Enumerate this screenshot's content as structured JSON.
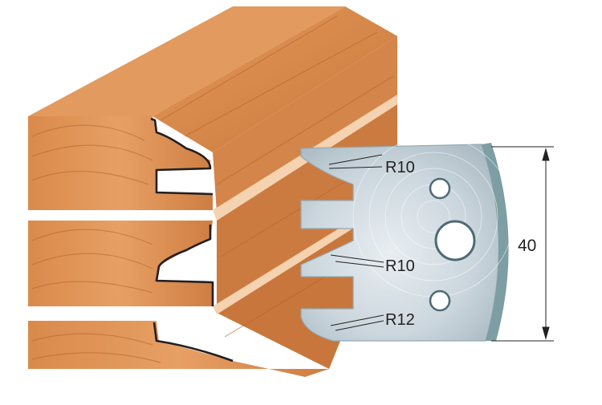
{
  "labels": {
    "radius_top": "R10",
    "radius_middle": "R10",
    "radius_bottom": "R12",
    "height_dimension": "40"
  },
  "colors": {
    "wood_light": "#e39a5c",
    "wood_mid": "#cf7e43",
    "wood_dark": "#a85a2a",
    "wood_top_face": "#dc8f52",
    "blade_steel": "#c3d0d8",
    "blade_highlight": "#e4ecf1",
    "blade_edge": "#7d9ea3",
    "profile_line": "#231f20",
    "dimension_line": "#222222"
  }
}
